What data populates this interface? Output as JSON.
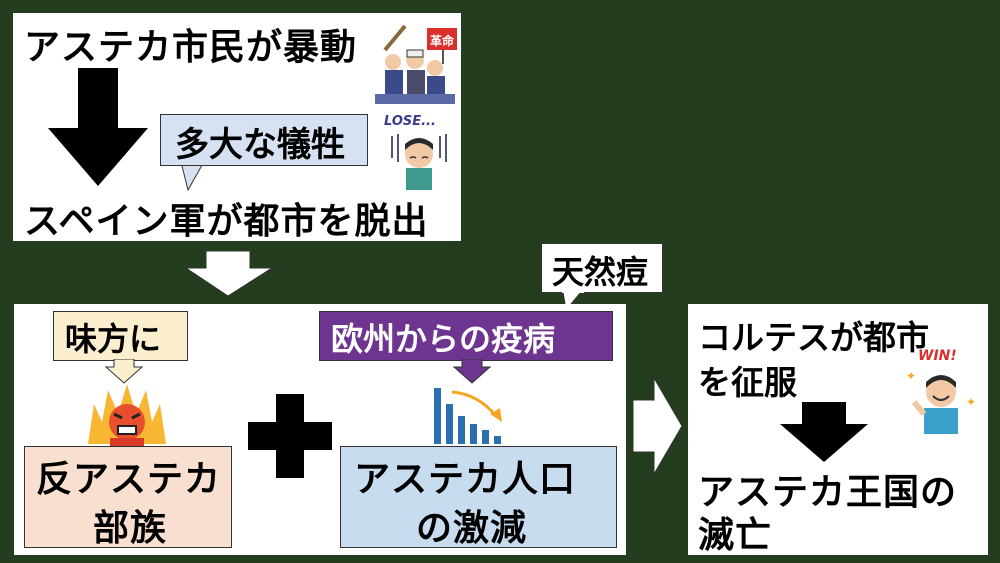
{
  "top_panel": {
    "line1": "アステカ市民が暴動",
    "callout": "多大な犠牲",
    "line2": "スペイン軍が都市を脱出",
    "riot_flag_text": "革命",
    "lose_text": "LOSE..."
  },
  "left_panel": {
    "ally_label": "味方に",
    "disease_callout": "天然痘",
    "disease_label": "欧州からの疫病",
    "box1_line1": "反アステカ",
    "box1_line2": "部族",
    "box2_line1": "アステカ人口",
    "box2_line2": "の激減"
  },
  "right_panel": {
    "line1": "コルテスが都市",
    "line2": "を征服",
    "line3": "アステカ王国の",
    "line4": "滅亡",
    "win_text": "WIN!"
  },
  "colors": {
    "background": "#243d1f",
    "callout_fill": "#d6e2f1",
    "ally_fill": "#fcefd0",
    "disease_fill": "#6e3590",
    "tribe_fill": "#f8dfcf",
    "pop_fill": "#c7dcee"
  }
}
